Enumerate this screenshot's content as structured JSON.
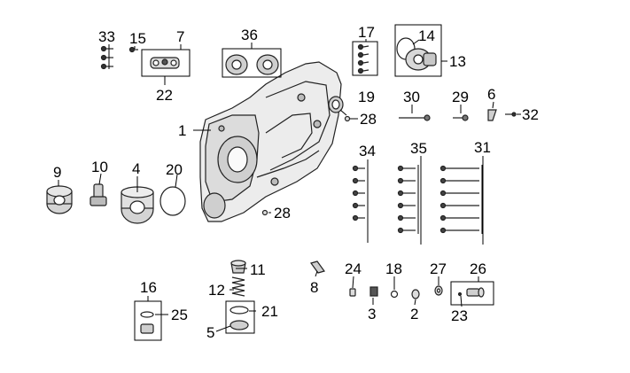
{
  "diagram": {
    "callouts": [
      {
        "id": "c1",
        "text": "1"
      },
      {
        "id": "c2",
        "text": "2"
      },
      {
        "id": "c3",
        "text": "3"
      },
      {
        "id": "c4",
        "text": "4"
      },
      {
        "id": "c5",
        "text": "5"
      },
      {
        "id": "c6",
        "text": "6"
      },
      {
        "id": "c7",
        "text": "7"
      },
      {
        "id": "c8",
        "text": "8"
      },
      {
        "id": "c9",
        "text": "9"
      },
      {
        "id": "c10",
        "text": "10"
      },
      {
        "id": "c11",
        "text": "11"
      },
      {
        "id": "c12",
        "text": "12"
      },
      {
        "id": "c13",
        "text": "13"
      },
      {
        "id": "c14",
        "text": "14"
      },
      {
        "id": "c15",
        "text": "15"
      },
      {
        "id": "c16",
        "text": "16"
      },
      {
        "id": "c17",
        "text": "17"
      },
      {
        "id": "c18",
        "text": "18"
      },
      {
        "id": "c19",
        "text": "19"
      },
      {
        "id": "c20",
        "text": "20"
      },
      {
        "id": "c21",
        "text": "21"
      },
      {
        "id": "c22",
        "text": "22"
      },
      {
        "id": "c23",
        "text": "23"
      },
      {
        "id": "c24",
        "text": "24"
      },
      {
        "id": "c25",
        "text": "25"
      },
      {
        "id": "c26",
        "text": "26"
      },
      {
        "id": "c27",
        "text": "27"
      },
      {
        "id": "c28a",
        "text": "28"
      },
      {
        "id": "c28b",
        "text": "28"
      },
      {
        "id": "c29",
        "text": "29"
      },
      {
        "id": "c30",
        "text": "30"
      },
      {
        "id": "c31",
        "text": "31"
      },
      {
        "id": "c32",
        "text": "32"
      },
      {
        "id": "c33",
        "text": "33"
      },
      {
        "id": "c34",
        "text": "34"
      },
      {
        "id": "c35",
        "text": "35"
      },
      {
        "id": "c36",
        "text": "36"
      }
    ]
  }
}
